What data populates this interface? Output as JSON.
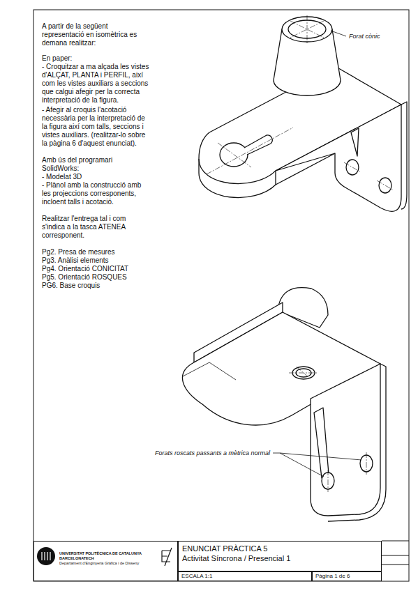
{
  "diagram": {
    "nodes": [
      {
        "text": [
          "ENUNCIAT PRÀCTICA 5",
          "Activitat Síncrona / Presencial 1"
        ]
      },
      {
        "text": [
          "ESCALA 1:1"
        ]
      },
      {
        "text": [
          "Pàgina 1 de 6"
        ]
      },
      {
        "text": [
          "UNIVERSITAT POLITÈCNICA DE CATALUNYA",
          "BARCELONATECH",
          "Departament d'Enginyeria Gràfica i de Disseny"
        ]
      }
    ],
    "labels": [
      "A partir de la següent representació en isomètrica es demana realitzar:",
      "En paper:",
      "- Croquitzar a ma alçada les vistes d'ALÇAT, PLANTA i PERFIL, així com les vistes auxiliars a seccions que calgui afegir per la correcta interpretació de la figura.",
      "- Afegir al croquis l'acotació necessària per la interpretació de la figura així com talls, seccions i vistes auxiliars. (realitzar-lo sobre la pàgina 6 d'aquest enunciat).",
      "Amb ús del programari SolidWorks:",
      "- Modelat 3D",
      "- Plànol amb la construcció amb les projeccions corresponents, incloent talls i acotació.",
      "Realitzar l'entrega tal i com s'indica a la tasca ATENEA corresponent.",
      "Pg2. Presa de mesures",
      "Pg3. Anàlisi elements",
      "Pg4. Orientació CONICITAT",
      "Pg5. Orientació ROSQUES",
      "PG6. Base croquis",
      "Forat cònic",
      "Forats roscats passants a mètrica normal"
    ]
  }
}
